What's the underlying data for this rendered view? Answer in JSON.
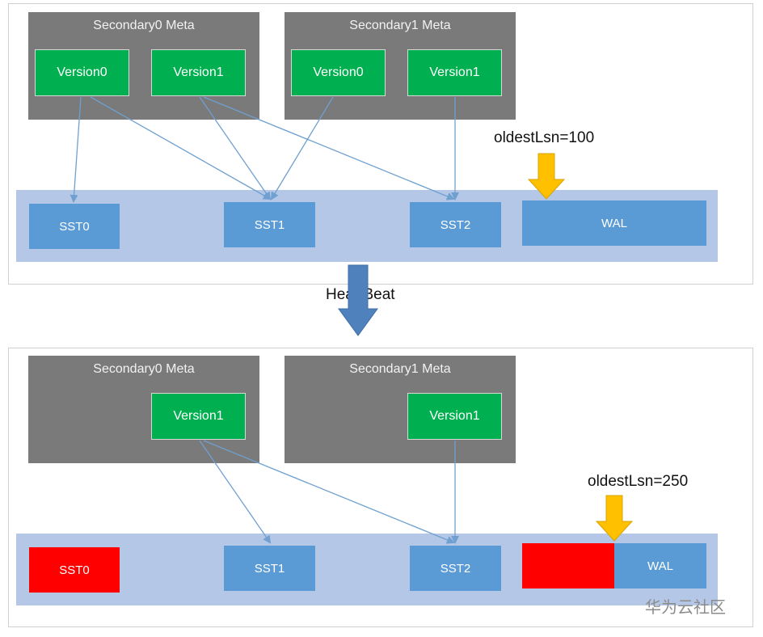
{
  "top": {
    "secondary0_title": "Secondary0 Meta",
    "secondary1_title": "Secondary1 Meta",
    "s0_versions": [
      "Version0",
      "Version1"
    ],
    "s1_versions": [
      "Version0",
      "Version1"
    ],
    "sst": [
      "SST0",
      "SST1",
      "SST2"
    ],
    "wal": "WAL",
    "oldest_lsn": "oldestLsn=100"
  },
  "transition": {
    "label": "HeartBeat"
  },
  "bottom": {
    "secondary0_title": "Secondary0 Meta",
    "secondary1_title": "Secondary1 Meta",
    "s0_versions": [
      "Version1"
    ],
    "s1_versions": [
      "Version1"
    ],
    "sst": [
      "SST0",
      "SST1",
      "SST2"
    ],
    "wal": "WAL",
    "oldest_lsn": "oldestLsn=250"
  },
  "colors": {
    "meta_bg": "#7a7a7a",
    "version_bg": "#00b050",
    "band_bg": "#b4c7e7",
    "box_bg": "#5b9bd5",
    "deleted_bg": "#ff0000",
    "pointer_arrow": "#ffc000",
    "heartbeat_arrow": "#4f81bd",
    "link_line": "#6fa0d0"
  },
  "watermark": "华为云社区"
}
